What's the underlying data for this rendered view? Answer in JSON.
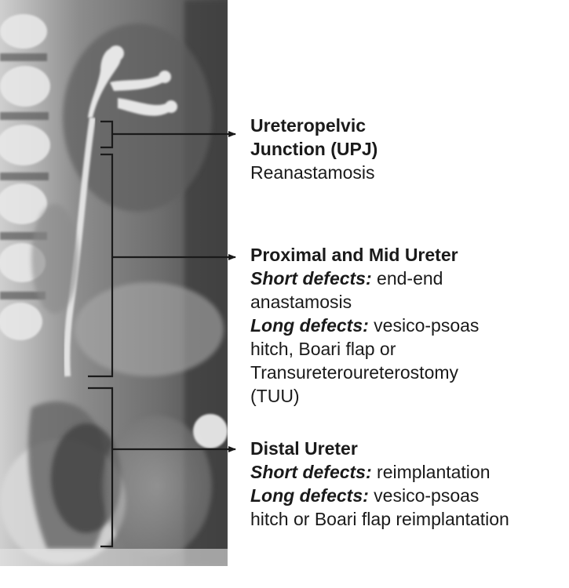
{
  "segments": {
    "upj": {
      "title_line1": "Ureteropelvic",
      "title_line2": "Junction (UPJ)",
      "repair": "Reanastamosis"
    },
    "proximal_mid": {
      "title": "Proximal and Mid Ureter",
      "short_label": "Short defects:",
      "short_text_1": " end-end",
      "short_text_2": "anastamosis",
      "long_label": "Long defects:",
      "long_text_1": " vesico-psoas",
      "long_text_2": "hitch, Boari flap or",
      "long_text_3": "Transureteroureterostomy",
      "long_text_4": "(TUU)"
    },
    "distal": {
      "title": "Distal Ureter",
      "short_label": "Short defects:",
      "short_text": " reimplantation",
      "long_label": "Long defects:",
      "long_text_1": " vesico-psoas",
      "long_text_2": "hitch or Boari flap reimplantation"
    }
  },
  "colors": {
    "line": "#1a1a1a",
    "text": "#1a1a1a"
  }
}
